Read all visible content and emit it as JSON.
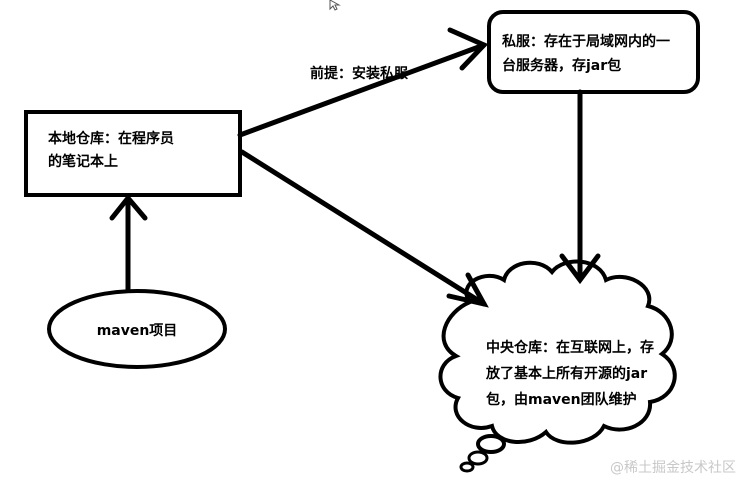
{
  "nodes": {
    "local_repo": {
      "line1": "本地仓库：在程序员",
      "line2": "的笔记本上"
    },
    "private_server": {
      "line1": "私服：存在于局域网内的一",
      "line2": "台服务器，存jar包"
    },
    "central_repo": {
      "line1": "中央仓库：在互联网上，存",
      "line2": "放了基本上所有开源的jar",
      "line3": "包，由maven团队维护"
    },
    "maven_project": {
      "label": "maven项目"
    }
  },
  "edges": {
    "local_to_private_label": "前提：安装私服"
  },
  "watermark": "@稀土掘金技术社区",
  "colors": {
    "stroke": "#000000",
    "background": "#ffffff",
    "watermark": "#c8c8c8"
  },
  "icons": {
    "cursor": "mouse-pointer-icon"
  }
}
